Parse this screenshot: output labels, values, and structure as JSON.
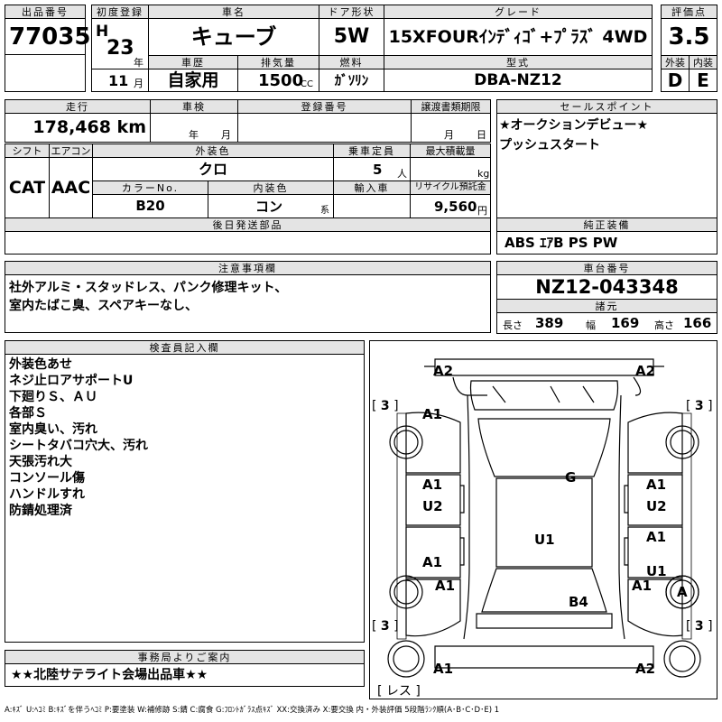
{
  "header": {
    "lot_label": "出品番号",
    "lot": "77035",
    "reg_label": "初度登録",
    "era": "H",
    "year": "23",
    "year_unit": "年",
    "month": "11",
    "month_unit": "月",
    "name_label": "車名",
    "name": "キューブ",
    "door_label": "ドア形状",
    "door": "5W",
    "grade_label": "グレード",
    "grade": "15XFOURｲﾝﾃﾞｨｺﾞ+ﾌﾟﾗｽﾞ 4WD",
    "score_label": "評価点",
    "score": "3.5",
    "history_label": "車歴",
    "history": "自家用",
    "displacement_label": "排気量",
    "displacement": "1500",
    "cc": "CC",
    "fuel_label": "燃料",
    "fuel": "ｶﾞｿﾘﾝ",
    "model_label": "型式",
    "model": "DBA-NZ12",
    "ext_label": "外装",
    "ext": "D",
    "int_label": "内装",
    "int": "E"
  },
  "row2": {
    "mileage_label": "走行",
    "mileage": "178,468 km",
    "inspection_label": "車検",
    "inspection_year": "年",
    "inspection_month": "月",
    "plate_label": "登録番号",
    "transfer_label": "譲渡書類期限",
    "transfer_month": "月",
    "transfer_day": "日",
    "sales_label": "セールスポイント",
    "sales": [
      "★オークションデビュー★",
      "プッシュスタート"
    ]
  },
  "row3": {
    "shift_label": "シフト",
    "shift": "CAT",
    "ac_label": "エアコン",
    "ac": "AAC",
    "color_label": "外装色",
    "color": "クロ",
    "capacity_label": "乗車定員",
    "capacity": "5",
    "capacity_unit": "人",
    "load_label": "最大積載量",
    "load_unit": "kg",
    "color_no_label": "カラーNo.",
    "color_no": "B20",
    "int_color_label": "内装色",
    "int_color": "コン",
    "int_color_unit": "系",
    "import_label": "輸入車",
    "recycle_label": "リサイクル預託金",
    "recycle": "9,560",
    "recycle_unit": "円"
  },
  "later_label": "後日発送部品",
  "equip": {
    "label": "純正装備",
    "value": "ABS ｴｱB PS PW"
  },
  "caution": {
    "label": "注意事項欄",
    "lines": [
      "社外アルミ・スタッドレス、パンク修理キット、",
      "室内たばこ臭、スペアキーなし、"
    ]
  },
  "chassis": {
    "label": "車台番号",
    "value": "NZ12-043348",
    "spec_label": "諸元",
    "len_label": "長さ",
    "len": "389",
    "wid_label": "幅",
    "wid": "169",
    "hgt_label": "高さ",
    "hgt": "166"
  },
  "inspector": {
    "label": "検査員記入欄",
    "lines": [
      "外装色あせ",
      "ネジ止ロアサポートU",
      "下廻りＳ、ＡＵ",
      "各部Ｓ",
      "室内臭い、汚れ",
      "シートタバコ穴大、汚れ",
      "天張汚れ大",
      "コンソール傷",
      "ハンドルすれ",
      "防錆処理済"
    ]
  },
  "office": {
    "label": "事務局よりご案内",
    "value": "★★北陸サテライト会場出品車★★"
  },
  "diagram": {
    "marks": [
      "A2",
      "A2",
      "A1",
      "A1",
      "U2",
      "A1",
      "U2",
      "A1",
      "A1",
      "U1",
      "U1",
      "A1",
      "A1",
      "A",
      "B4",
      "A1",
      "A2",
      "G"
    ],
    "tires": [
      "3",
      "3",
      "3",
      "3"
    ],
    "spare": "レス"
  },
  "legend": "A:ｷｽﾞ U:ﾍｺﾐ B:ｷｽﾞを伴うﾍｺﾐ P:要塗装 W:補修跡 S:錆 C:腐食 G:ﾌﾛﾝﾄｶﾞﾗｽ点ｷｽﾞ XX:交換済み X:要交換 内・外装評価 5段階ﾗﾝｸ順(A･B･C･D･E) 1"
}
